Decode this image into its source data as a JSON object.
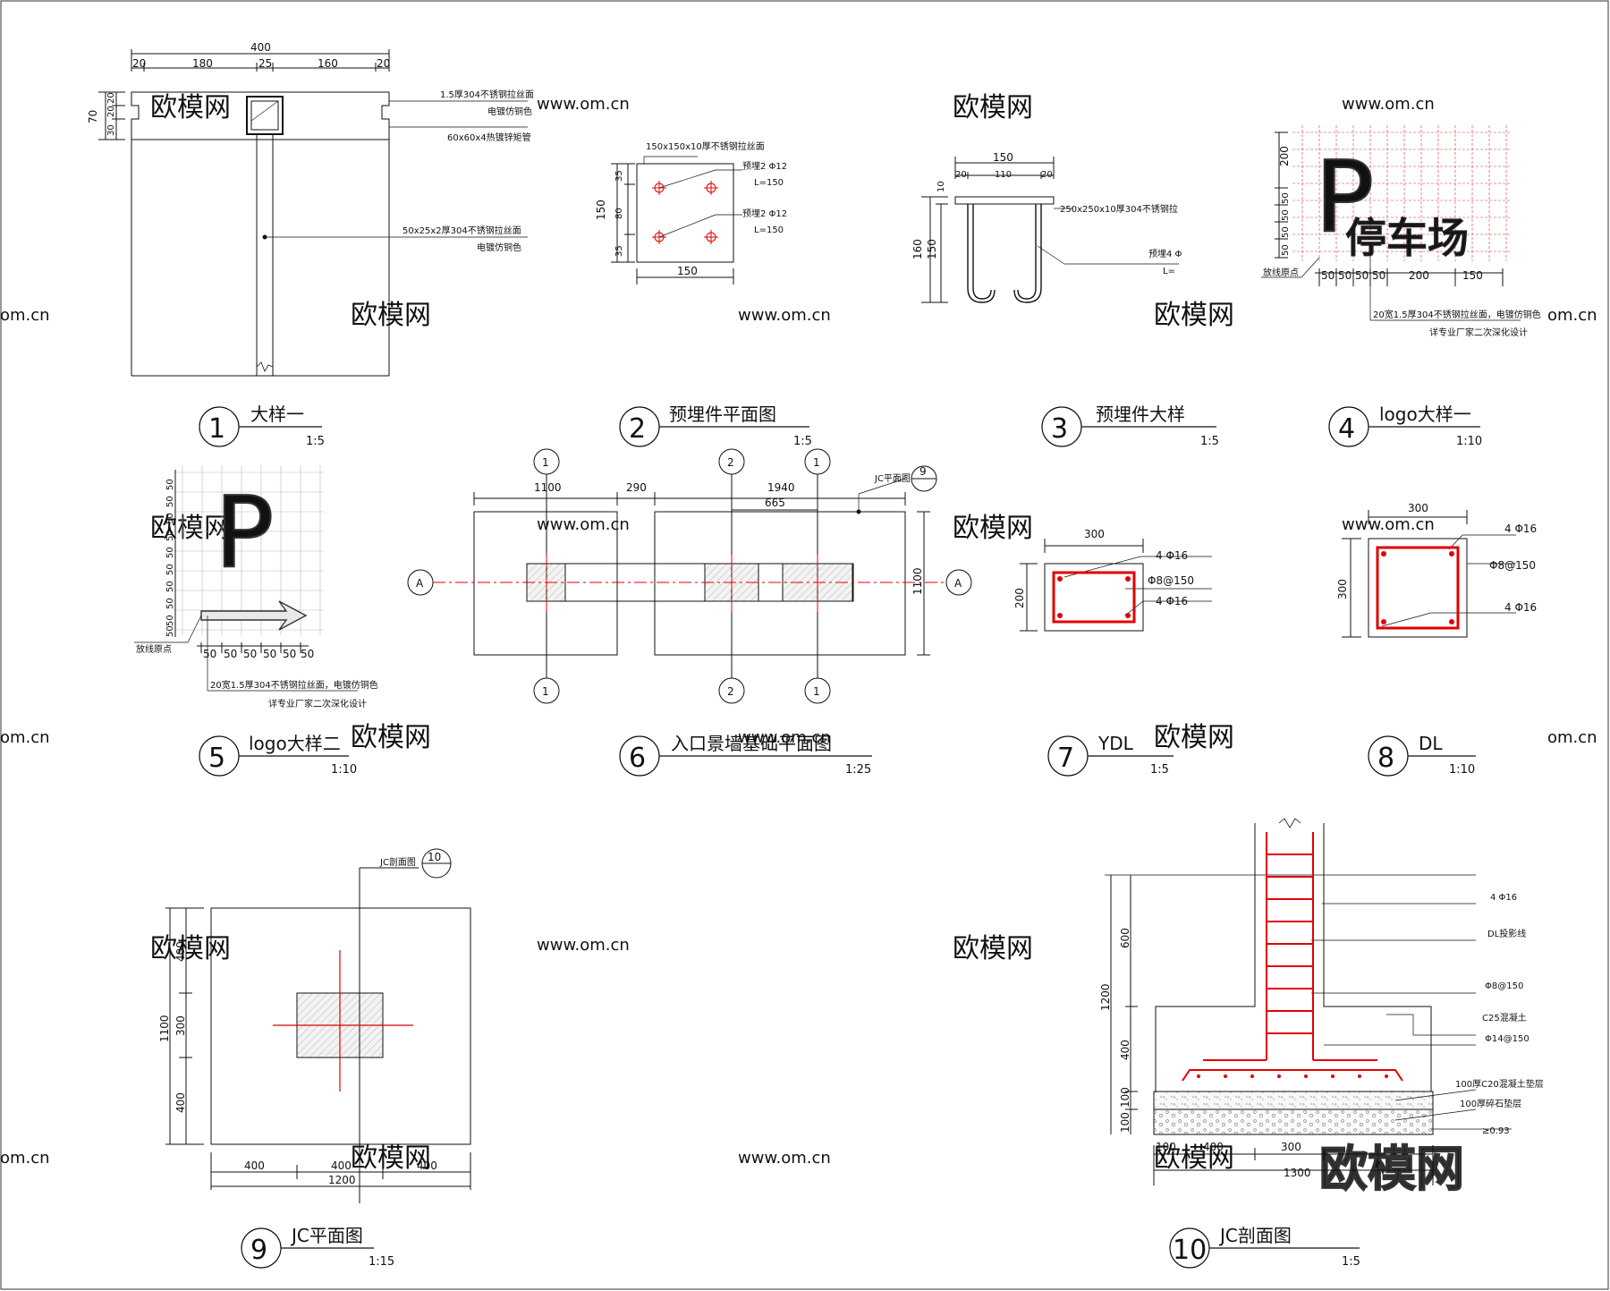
{
  "detail1": {
    "title": "大样一",
    "number": "1",
    "scale": "1:5",
    "dims_top": [
      "400",
      "20",
      "180",
      "25",
      "160",
      "20"
    ],
    "dims_left": [
      "70",
      "20",
      "20",
      "30"
    ],
    "notes": [
      "1.5厚304不锈钢拉丝面",
      "电镀仿铜色",
      "60x60x4热镀锌矩管",
      "50x25x2厚304不锈钢拉丝面",
      "电镀仿铜色"
    ]
  },
  "detail2": {
    "title": "预埋件平面图",
    "number": "2",
    "scale": "1:5",
    "dims": [
      "150",
      "35",
      "80",
      "35",
      "150"
    ],
    "notes": [
      "150x150x10厚不锈钢拉丝面",
      "预埋2 Φ12",
      "L=150",
      "预埋2 Φ12",
      "L=150"
    ]
  },
  "detail3": {
    "title": "预埋件大样",
    "number": "3",
    "scale": "1:5",
    "dims": [
      "150",
      "20",
      "110",
      "20",
      "10",
      "160",
      "150"
    ],
    "notes": [
      "250x250x10厚304不锈钢拉",
      "预埋4 Φ",
      "L="
    ]
  },
  "detail4": {
    "title": "logo大样一",
    "number": "4",
    "scale": "1:10",
    "letter": "P",
    "text": "停车场",
    "dims_left": [
      "200",
      "50",
      "50",
      "50",
      "50"
    ],
    "dims_bottom": [
      "50",
      "50",
      "50",
      "50",
      "200",
      "150"
    ],
    "notes": [
      "放线原点",
      "20宽1.5厚304不锈钢拉丝面，电镀仿铜色",
      "详专业厂家二次深化设计"
    ]
  },
  "detail5": {
    "title": "logo大样二",
    "number": "5",
    "scale": "1:10",
    "letter": "P",
    "dims_left": [
      "50",
      "50",
      "50",
      "50",
      "50",
      "50",
      "50",
      "50",
      "50",
      "50"
    ],
    "dims_bottom": [
      "50",
      "50",
      "50",
      "50",
      "50",
      "50"
    ],
    "notes": [
      "放线原点",
      "20宽1.5厚304不锈钢拉丝面，电镀仿铜色",
      "详专业厂家二次深化设计"
    ]
  },
  "detail6": {
    "title": "入口景墙基础平面图",
    "number": "6",
    "scale": "1:25",
    "dims": [
      "1100",
      "290",
      "1940",
      "665",
      "1100"
    ],
    "section_ref": "JC平面图",
    "section_num": "9",
    "axis_a": "A",
    "axis_1": "1",
    "axis_2": "2"
  },
  "detail7": {
    "title": "YDL",
    "number": "7",
    "scale": "1:5",
    "dims": [
      "300",
      "200"
    ],
    "notes": [
      "4 Φ16",
      "Φ8@150",
      "4 Φ16"
    ]
  },
  "detail8": {
    "title": "DL",
    "number": "8",
    "scale": "1:10",
    "dims": [
      "300",
      "300"
    ],
    "notes": [
      "4 Φ16",
      "Φ8@150",
      "4 Φ16"
    ]
  },
  "detail9": {
    "title": "JC平面图",
    "number": "9",
    "scale": "1:15",
    "dims_left": [
      "1100",
      "400",
      "300",
      "400"
    ],
    "dims_bottom": [
      "400",
      "400",
      "400",
      "1200"
    ],
    "section_ref": "JC剖面图",
    "section_num": "10"
  },
  "detail10": {
    "title": "JC剖面图",
    "number": "10",
    "scale": "1:5",
    "dims_left": [
      "1200",
      "600",
      "400",
      "100",
      "100"
    ],
    "dims_bottom": [
      "100",
      "400",
      "300",
      "1300"
    ],
    "notes": [
      "4 Φ16",
      "DL投影线",
      "Φ8@150",
      "C25混凝土",
      "Φ14@150",
      "100厚C20混凝土垫层",
      "100厚碎石垫层",
      "≥0.93"
    ]
  },
  "watermarks": {
    "brand": "欧模网",
    "url": "www.om.cn",
    "url_partial": "om.cn"
  },
  "colors": {
    "line": "#111111",
    "rebar": "#e00000",
    "centerline": "#e00000",
    "grid": "#e03030"
  }
}
